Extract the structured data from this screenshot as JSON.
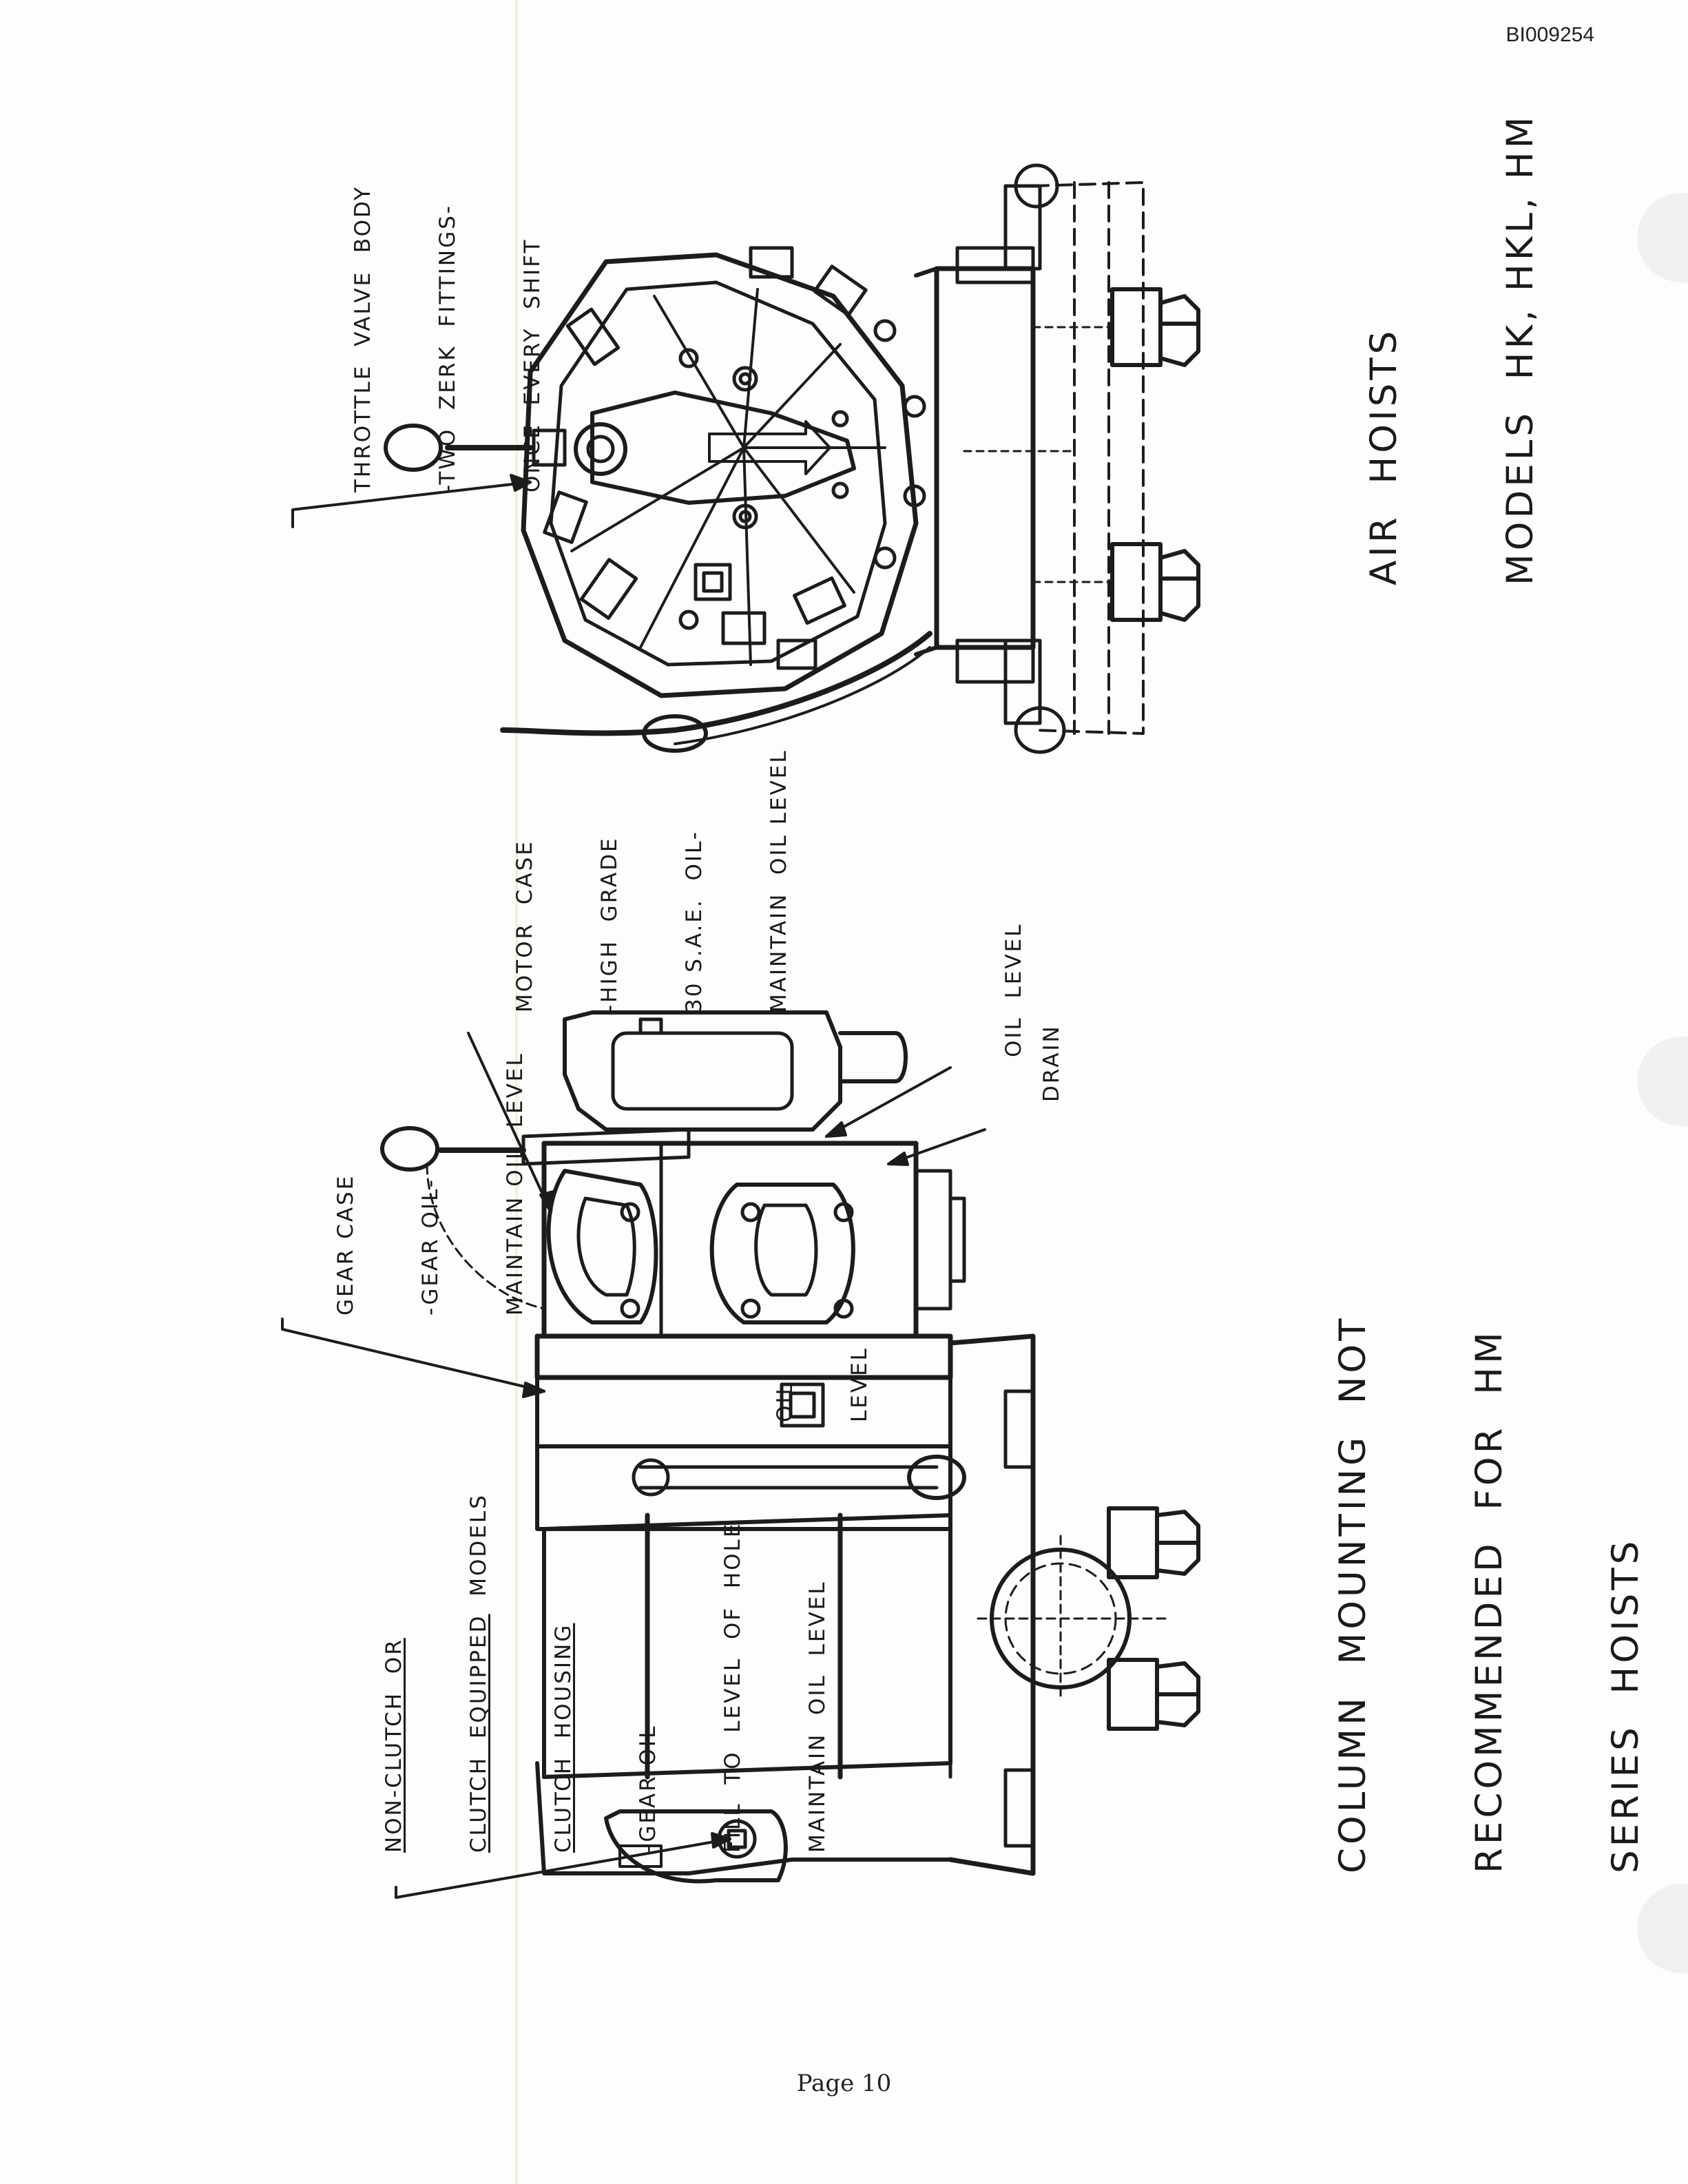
{
  "doc_id": "BI009254",
  "page_number": "Page 10",
  "callouts": {
    "throttle": [
      "THROTTLE  VALVE  BODY",
      "-TWO  ZERK  FITTINGS-",
      "ONCE  EVERY  SHIFT"
    ],
    "motor_case": [
      "MOTOR  CASE",
      "-HIGH  GRADE",
      "30 S.A.E.  OIL-",
      "MAINTAIN  OIL LEVEL"
    ],
    "gear_case": [
      "GEAR CASE",
      "-GEAR OIL-",
      "MAINTAIN OIL  LEVEL"
    ],
    "oil_level": "OIL  LEVEL",
    "drain": "DRAIN",
    "drum_oil_level": [
      "OIL",
      "LEVEL"
    ],
    "clutch_header": [
      "NON-CLUTCH  OR",
      "CLUTCH  EQUIPPED"
    ],
    "clutch_header_tail": "MODELS",
    "clutch_housing": [
      "CLUTCH  HOUSING",
      "-GEAR OIL-",
      "FILL  TO  LEVEL  OF  HOLE",
      "MAINTAIN  OIL  LEVEL"
    ]
  },
  "titles": {
    "air_hoists": [
      "AIR  HOISTS",
      "MODELS  HK, HKL, HM"
    ],
    "column_note": [
      "COLUMN  MOUNTING  NOT",
      "RECOMMENDED  FOR  HM",
      "SERIES  HOISTS"
    ]
  }
}
